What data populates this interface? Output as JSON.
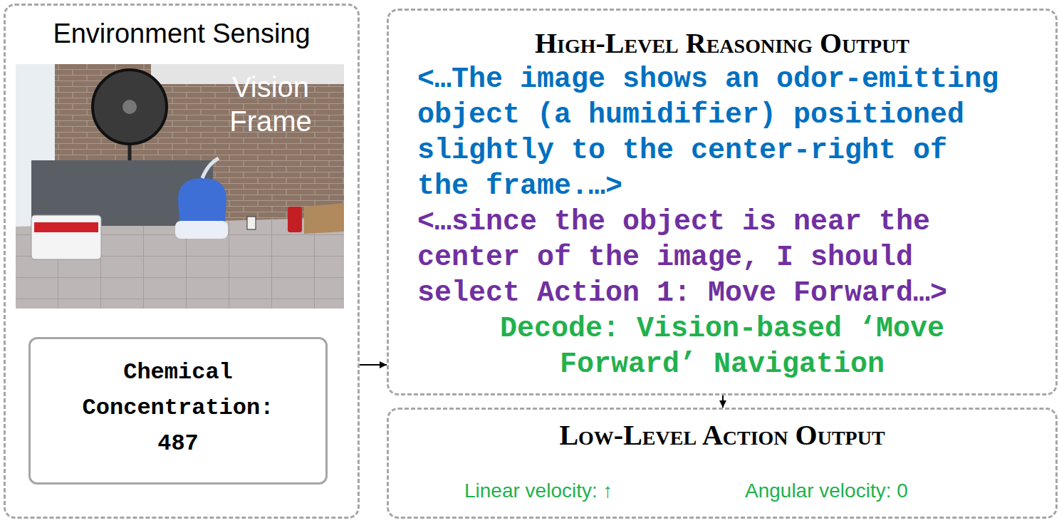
{
  "diagram": {
    "nodes": [
      {
        "text": [
          "Environment Sensing"
        ]
      },
      {
        "text": [
          "Vision Frame"
        ],
        "in": 0
      },
      {
        "text": [
          "Chemical Concentration:",
          "487"
        ],
        "in": 0
      },
      {
        "text": [
          "High-Level Reasoning Output",
          "<…The image shows an odor-emitting object (a humidifier) positioned slightly to the center-right of the frame.…>",
          "<…since the object is near the center of the image, I should select Action 1: Move Forward…>",
          "Decode: Vision-based ‘Move Forward’ Navigation"
        ]
      },
      {
        "text": [
          "Low-Level Action Output",
          "Linear velocity: ↑",
          "Angular velocity: 0"
        ]
      }
    ],
    "edges": [
      {
        "from": 0,
        "to": 3,
        "arrow": "to"
      },
      {
        "from": 3,
        "to": 4,
        "arrow": "to"
      }
    ]
  }
}
